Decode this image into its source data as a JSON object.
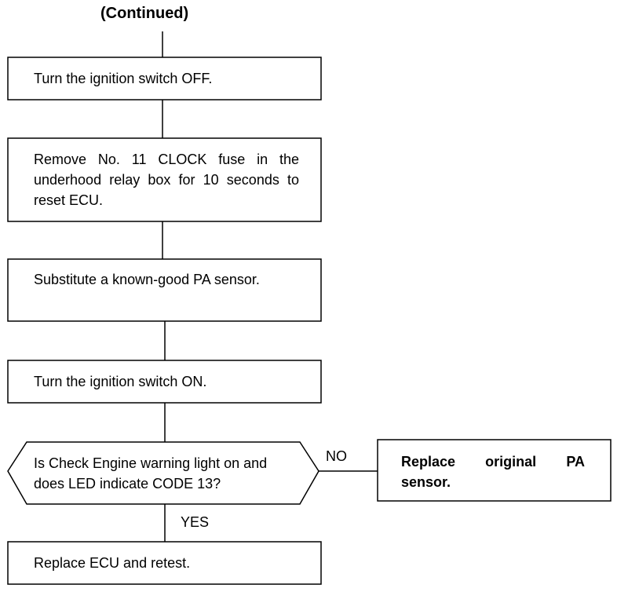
{
  "header": {
    "continued": "(Continued)"
  },
  "steps": [
    {
      "text": "Turn the ignition switch OFF."
    },
    {
      "text": "Remove No. 11 CLOCK fuse in the underhood relay box for 10 seconds to reset ECU."
    },
    {
      "text": "Substitute a known-good PA sensor."
    },
    {
      "text": "Turn the ignition switch ON."
    }
  ],
  "decision": {
    "text": "Is Check Engine warning light on and does LED indicate CODE 13?",
    "no_label": "NO",
    "yes_label": "YES"
  },
  "no_outcome": {
    "text": "Replace original PA sensor."
  },
  "final_step": {
    "text": "Replace ECU and retest."
  }
}
